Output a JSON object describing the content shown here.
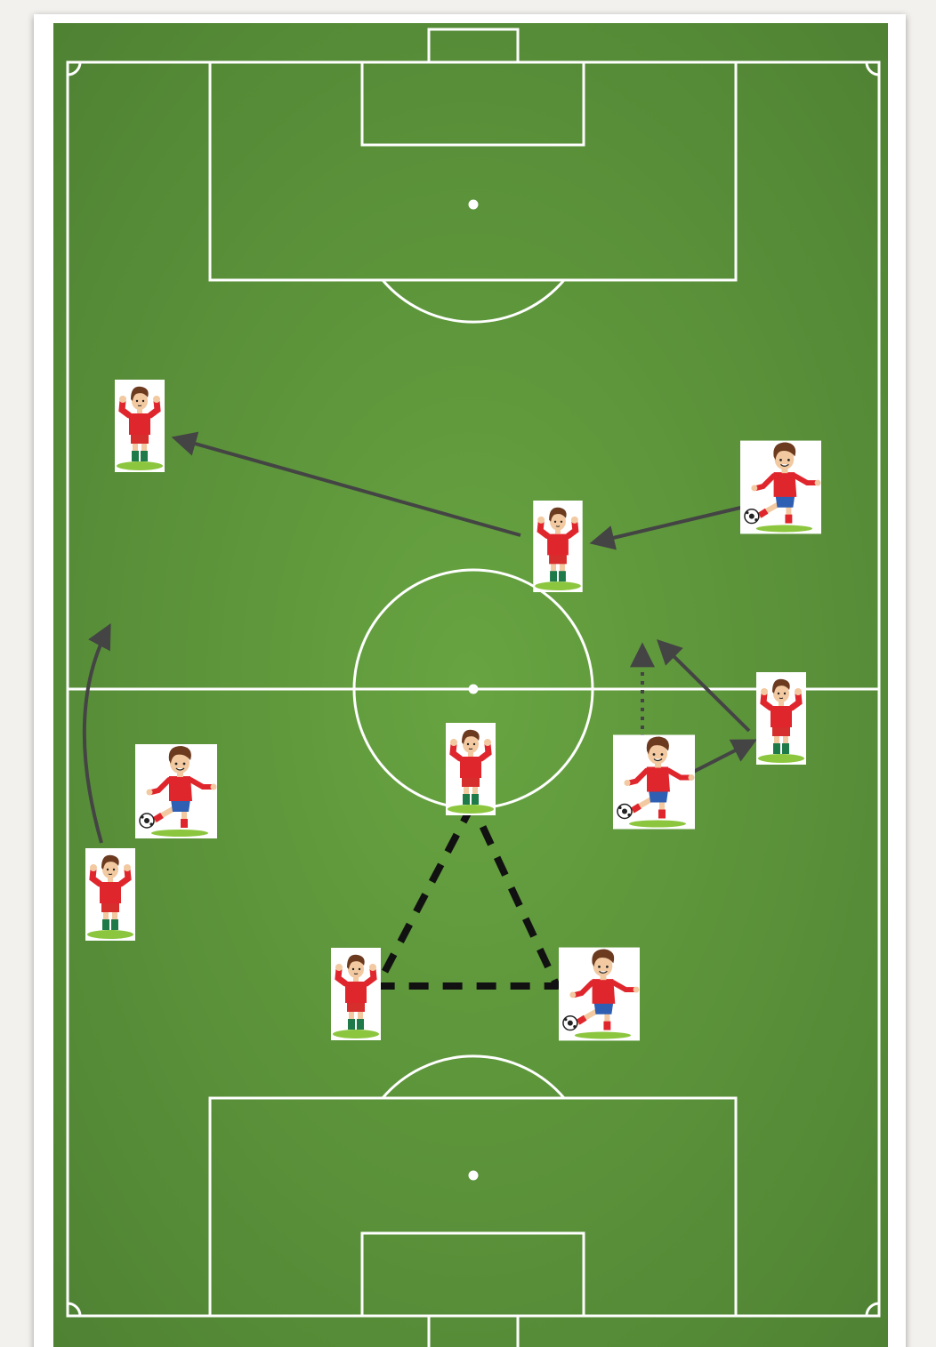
{
  "diagram": {
    "colors": {
      "paper": "#f3f1ee",
      "frame": "#ffffff",
      "grass_center": "#68a441",
      "grass_edge": "#4f8233",
      "lines": "#ffffff",
      "arrow": "#444444",
      "triangle": "#111111",
      "shirt": "#e0262d",
      "shorts_dark": "#d62d2d",
      "shorts_blue": "#2e5fb3",
      "socks": "#1f7a4a",
      "hair": "#6b3a1f",
      "skin": "#f2c9a0",
      "turf": "#8cc63f"
    },
    "players": [
      {
        "id": "p1",
        "pose": "flexing-player"
      },
      {
        "id": "p2",
        "pose": "kicking-player"
      },
      {
        "id": "p3",
        "pose": "flexing-player"
      },
      {
        "id": "p4",
        "pose": "flexing-player"
      },
      {
        "id": "p5",
        "pose": "kicking-player"
      },
      {
        "id": "p6",
        "pose": "flexing-player"
      },
      {
        "id": "p7",
        "pose": "kicking-player"
      },
      {
        "id": "p8",
        "pose": "flexing-player"
      },
      {
        "id": "p9",
        "pose": "flexing-player"
      },
      {
        "id": "p10",
        "pose": "kicking-player"
      }
    ],
    "moves": [
      {
        "id": "pass-p3-to-p1",
        "style": "solid-arrow"
      },
      {
        "id": "pass-p2-to-p3",
        "style": "solid-arrow"
      },
      {
        "id": "run-p8-forward",
        "style": "curved-arrow"
      },
      {
        "id": "pass-p7-to-p5",
        "style": "solid-arrow"
      },
      {
        "id": "pass-p5-forward",
        "style": "solid-arrow"
      },
      {
        "id": "run-p7-forward",
        "style": "dotted-arrow"
      },
      {
        "id": "passing-triangle",
        "style": "dashed-triangle"
      }
    ]
  }
}
